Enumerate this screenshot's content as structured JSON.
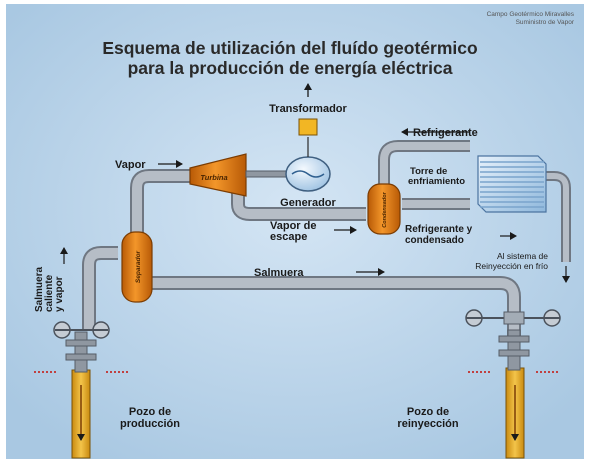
{
  "credit": {
    "line1": "Campo Geotérmico Miravalles",
    "line2": "Suministro de Vapor"
  },
  "title": {
    "line1": "Esquema de utilización del fluído geotérmico",
    "line2": "para la producción de energía eléctrica"
  },
  "labels": {
    "transformador": "Transformador",
    "vapor": "Vapor",
    "turbina": "Turbina",
    "generador": "Generador",
    "refrigerante": "Refrigerante",
    "torre_line1": "Torre de",
    "torre_line2": "enfriamiento",
    "condensador": "Condensador",
    "vapor_escape_line1": "Vapor de",
    "vapor_escape_line2": "escape",
    "refrig_cond_line1": "Refrigerante y",
    "refrig_cond_line2": "condensado",
    "reiny_line1": "Al sistema de",
    "reiny_line2": "Reinyección en frío",
    "salmuera": "Salmuera",
    "separador": "Separador",
    "salmuera_vapor_line1": "Salmuera",
    "salmuera_vapor_line2": "caliente",
    "salmuera_vapor_line3": "y vapor",
    "pozo_prod_line1": "Pozo de",
    "pozo_prod_line2": "producción",
    "pozo_rein_line1": "Pozo de",
    "pozo_rein_line2": "reinyección"
  },
  "colors": {
    "background": "#c2d9ec",
    "pipe": "#a9b1bb",
    "pipe_edge": "#6f7782",
    "orange": "#e07b12",
    "yellow": "#f0c24a",
    "tower": "#bcd8f0",
    "generator": "#d6e7f6"
  }
}
